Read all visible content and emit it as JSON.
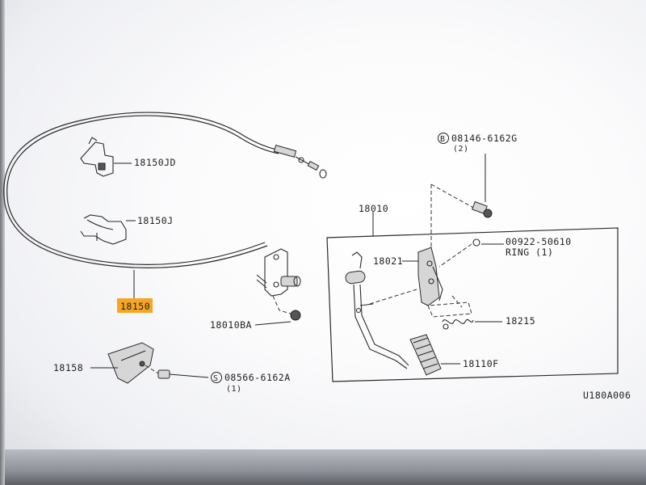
{
  "parts": {
    "cable": "18150",
    "clip_jd": "18150JD",
    "clip_j": "18150J",
    "bracket_bolt": "18010BA",
    "cover": "18158",
    "screw_code": "08566-6162A",
    "screw_qty": "(1)",
    "screw_symbol": "S",
    "pedal_assembly": "18010",
    "pedal_bolt_code": "08146-6162G",
    "pedal_bolt_qty": "(2)",
    "pedal_bolt_symbol": "B",
    "bracket": "18021",
    "ring_code": "00922-50610",
    "ring_text": "RING (1)",
    "spring": "18215",
    "pad": "18110F",
    "diagram_code": "U180A006"
  },
  "colors": {
    "highlight": "#f5a623",
    "ink": "#222222"
  }
}
